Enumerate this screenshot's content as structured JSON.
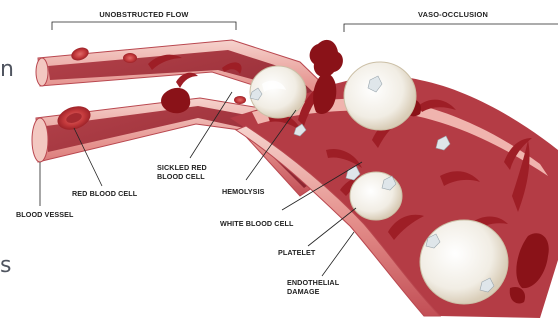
{
  "headers": {
    "unobstructed": "UNOBSTRUCTED FLOW",
    "occlusion": "VASO-OCCLUSION"
  },
  "labels": {
    "blood_vessel": "BLOOD VESSEL",
    "red_blood_cell": "RED BLOOD CELL",
    "sickled_line1": "SICKLED RED",
    "sickled_line2": "BLOOD CELL",
    "hemolysis": "HEMOLYSIS",
    "white_blood_cell": "WHITE BLOOD CELL",
    "platelet": "PLATELET",
    "endothelial_line1": "ENDOTHELIAL",
    "endothelial_line2": "DAMAGE"
  },
  "edge_fragments": {
    "top": "n",
    "bottom": "s"
  },
  "colors": {
    "vessel_outer": "#d2656a",
    "vessel_inner": "#f0b4ae",
    "vessel_wall_light": "#f6d3cd",
    "lumen": "#a8323c",
    "rbc": "#c43a3c",
    "sickle": "#9e1e26",
    "clot": "#8a1218",
    "wbc": "#f4f0e8",
    "platelet": "#dfe6ea"
  }
}
